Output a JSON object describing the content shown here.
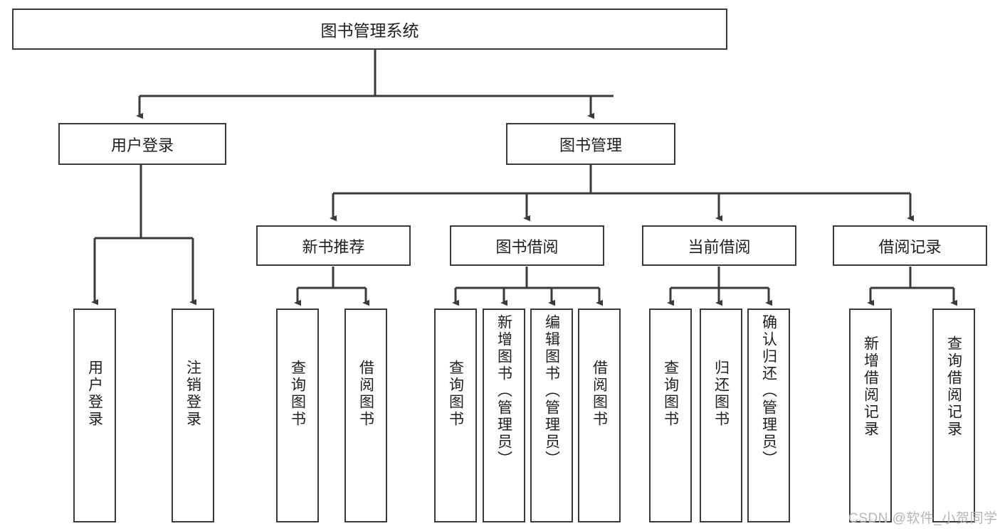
{
  "diagram": {
    "type": "hierarchy-tree",
    "root": {
      "label": "图书管理系统"
    },
    "level2": [
      {
        "label": "用户登录"
      },
      {
        "label": "图书管理"
      }
    ],
    "level3": [
      {
        "label": "新书推荐"
      },
      {
        "label": "图书借阅"
      },
      {
        "label": "当前借阅"
      },
      {
        "label": "借阅记录"
      }
    ],
    "leaves": {
      "user_login": [
        {
          "label": "用户登录"
        },
        {
          "label": "注销登录"
        }
      ],
      "new_book_recommend": [
        {
          "label": "查询图书"
        },
        {
          "label": "借阅图书"
        }
      ],
      "book_borrow": [
        {
          "label": "查询图书"
        },
        {
          "label": "新增图书（管理员）"
        },
        {
          "label": "编辑图书（管理员）"
        },
        {
          "label": "借阅图书"
        }
      ],
      "current_borrow": [
        {
          "label": "查询图书"
        },
        {
          "label": "归还图书"
        },
        {
          "label": "确认归还（管理员）"
        }
      ],
      "borrow_record": [
        {
          "label": "新增借阅记录"
        },
        {
          "label": "查询借阅记录"
        }
      ]
    }
  },
  "watermark": {
    "text": "CSDN @软件_小贺同学"
  },
  "colors": {
    "stroke": "#3a3a3a",
    "fill": "#ffffff",
    "text": "#1f1f1f",
    "watermark": "#b6b6b6"
  }
}
